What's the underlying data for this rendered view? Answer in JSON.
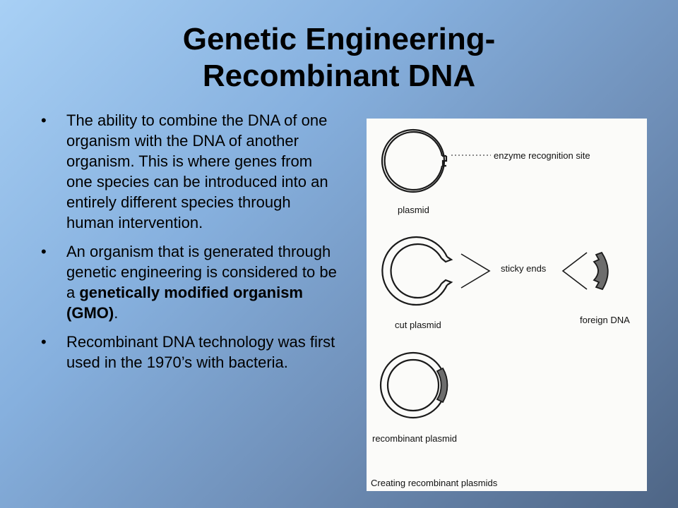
{
  "title": {
    "line1": "Genetic Engineering-",
    "line2": "Recombinant DNA"
  },
  "bullets": [
    {
      "text": "The ability to combine the DNA of one organism with the DNA of another organism. This is where genes from one species can be introduced into an entirely different species through human intervention."
    },
    {
      "text_before": "An organism that is generated through genetic engineering is considered to be a ",
      "bold": "genetically modified organism (GMO)",
      "text_after": "."
    },
    {
      "text": "Recombinant DNA technology was first used in the 1970’s with bacteria."
    }
  ],
  "figure": {
    "labels": {
      "enzyme_site": "enzyme recognition site",
      "plasmid": "plasmid",
      "sticky_ends": "sticky ends",
      "cut_plasmid": "cut plasmid",
      "foreign_dna": "foreign DNA",
      "recombinant_plasmid": "recombinant plasmid",
      "caption": "Creating recombinant plasmids"
    }
  }
}
